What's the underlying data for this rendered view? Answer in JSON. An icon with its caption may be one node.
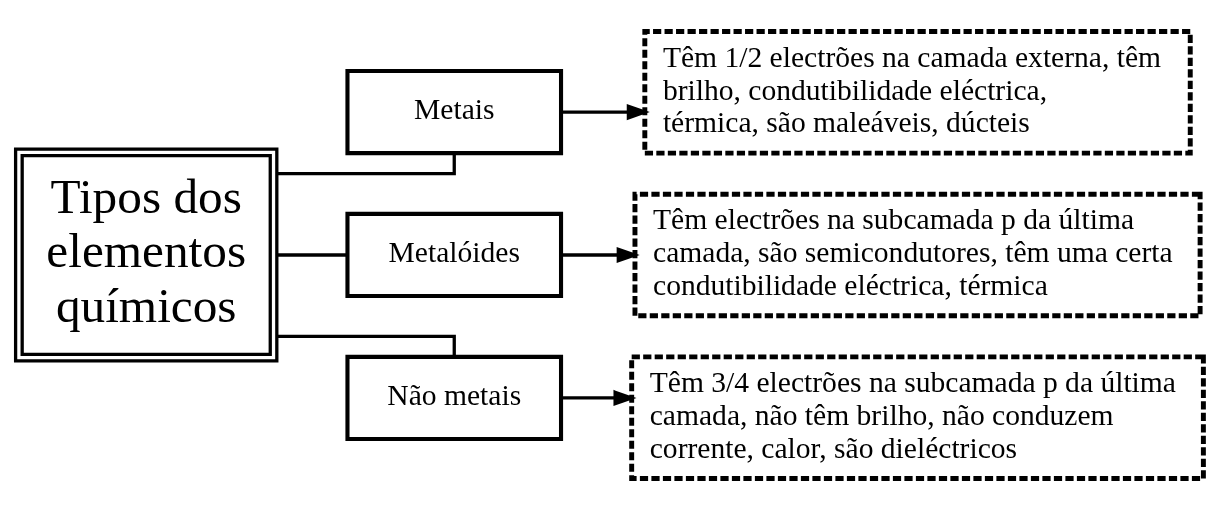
{
  "diagram": {
    "nodes": [
      {
        "text": [
          "Tipos dos elementos químicos"
        ]
      },
      {
        "text": [
          "Metais"
        ]
      },
      {
        "text": [
          "Metalóides"
        ]
      },
      {
        "text": [
          "Não metais"
        ]
      },
      {
        "text": [
          "Têm 1/2 electrões na camada externa, têm brilho, condutibilidade eléctrica, térmica, são maleáveis, dúcteis"
        ]
      },
      {
        "text": [
          "Têm electrões na subcamada p da última camada, são semicondutores, têm uma certa condutibilidade eléctrica, térmica"
        ]
      },
      {
        "text": [
          "Têm 3/4 electrões na subcamada p da última camada, não têm brilho, não conduzem corrente, calor, são dieléctricos"
        ]
      }
    ],
    "edges": [
      {
        "from": 0,
        "to": 1,
        "arrow": "none"
      },
      {
        "from": 0,
        "to": 2,
        "arrow": "none"
      },
      {
        "from": 0,
        "to": 3,
        "arrow": "none"
      },
      {
        "from": 1,
        "to": 4,
        "arrow": "to"
      },
      {
        "from": 2,
        "to": 5,
        "arrow": "to"
      },
      {
        "from": 3,
        "to": 6,
        "arrow": "to"
      }
    ]
  }
}
